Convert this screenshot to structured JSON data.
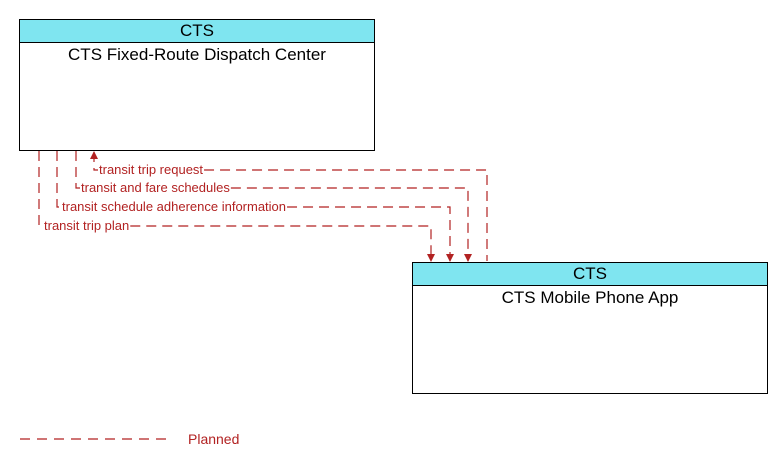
{
  "nodes": {
    "dispatch": {
      "group": "CTS",
      "name": "CTS Fixed-Route Dispatch Center"
    },
    "mobile": {
      "group": "CTS",
      "name": "CTS Mobile Phone App"
    }
  },
  "flows": [
    {
      "label": "transit trip request",
      "direction": "to-dispatch"
    },
    {
      "label": "transit and fare schedules",
      "direction": "to-mobile"
    },
    {
      "label": "transit schedule adherence information",
      "direction": "to-mobile"
    },
    {
      "label": "transit trip plan",
      "direction": "to-mobile"
    }
  ],
  "legend": {
    "label": "Planned"
  },
  "colors": {
    "header": "#7fe5f0",
    "flow": "#b22222"
  }
}
